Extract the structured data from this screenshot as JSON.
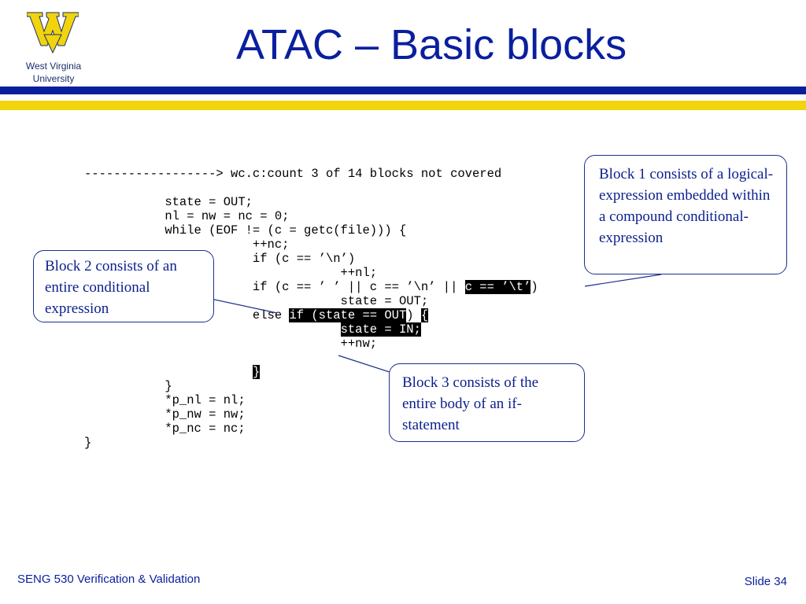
{
  "header": {
    "logo_text_line1": "West Virginia",
    "logo_text_line2": "University",
    "title": "ATAC – Basic blocks"
  },
  "colors": {
    "brand_blue": "#0a1f9e",
    "brand_gold": "#f2d40c"
  },
  "code": {
    "lines": [
      "------------------> wc.c:count 3 of 14 blocks not covered",
      "",
      "           state = OUT;",
      "           nl = nw = nc = 0;",
      "           while (EOF != (c = getc(file))) {",
      "                       ++nc;",
      "                       if (c == ’\\n’)",
      "                                   ++nl;",
      "                       if (c == ’ ’ || c == ’\\n’ || ",
      "                                   state = OUT;",
      "                       else ",
      "                                   ",
      "                                   ++nw;",
      "",
      "                       ",
      "           }",
      "           *p_nl = nl;",
      "           *p_nw = nw;",
      "           *p_nc = nc;",
      "}"
    ],
    "hl_tab": "c == ’\\t’",
    "after_tab": ")",
    "hl_if": "if (state == OUT",
    "mid_if": ") ",
    "hl_brace_open": "{",
    "hl_state_in": "state = IN;",
    "hl_brace_close": "}"
  },
  "callouts": {
    "block1": "Block 1 consists of a logical-expression embedded within a compound conditional-expression",
    "block2": "Block 2 consists of an entire conditional expression",
    "block3": "Block 3 consists of the entire body of an if-statement"
  },
  "footer": {
    "course": "SENG 530 Verification & Validation",
    "slide": "Slide 34"
  }
}
